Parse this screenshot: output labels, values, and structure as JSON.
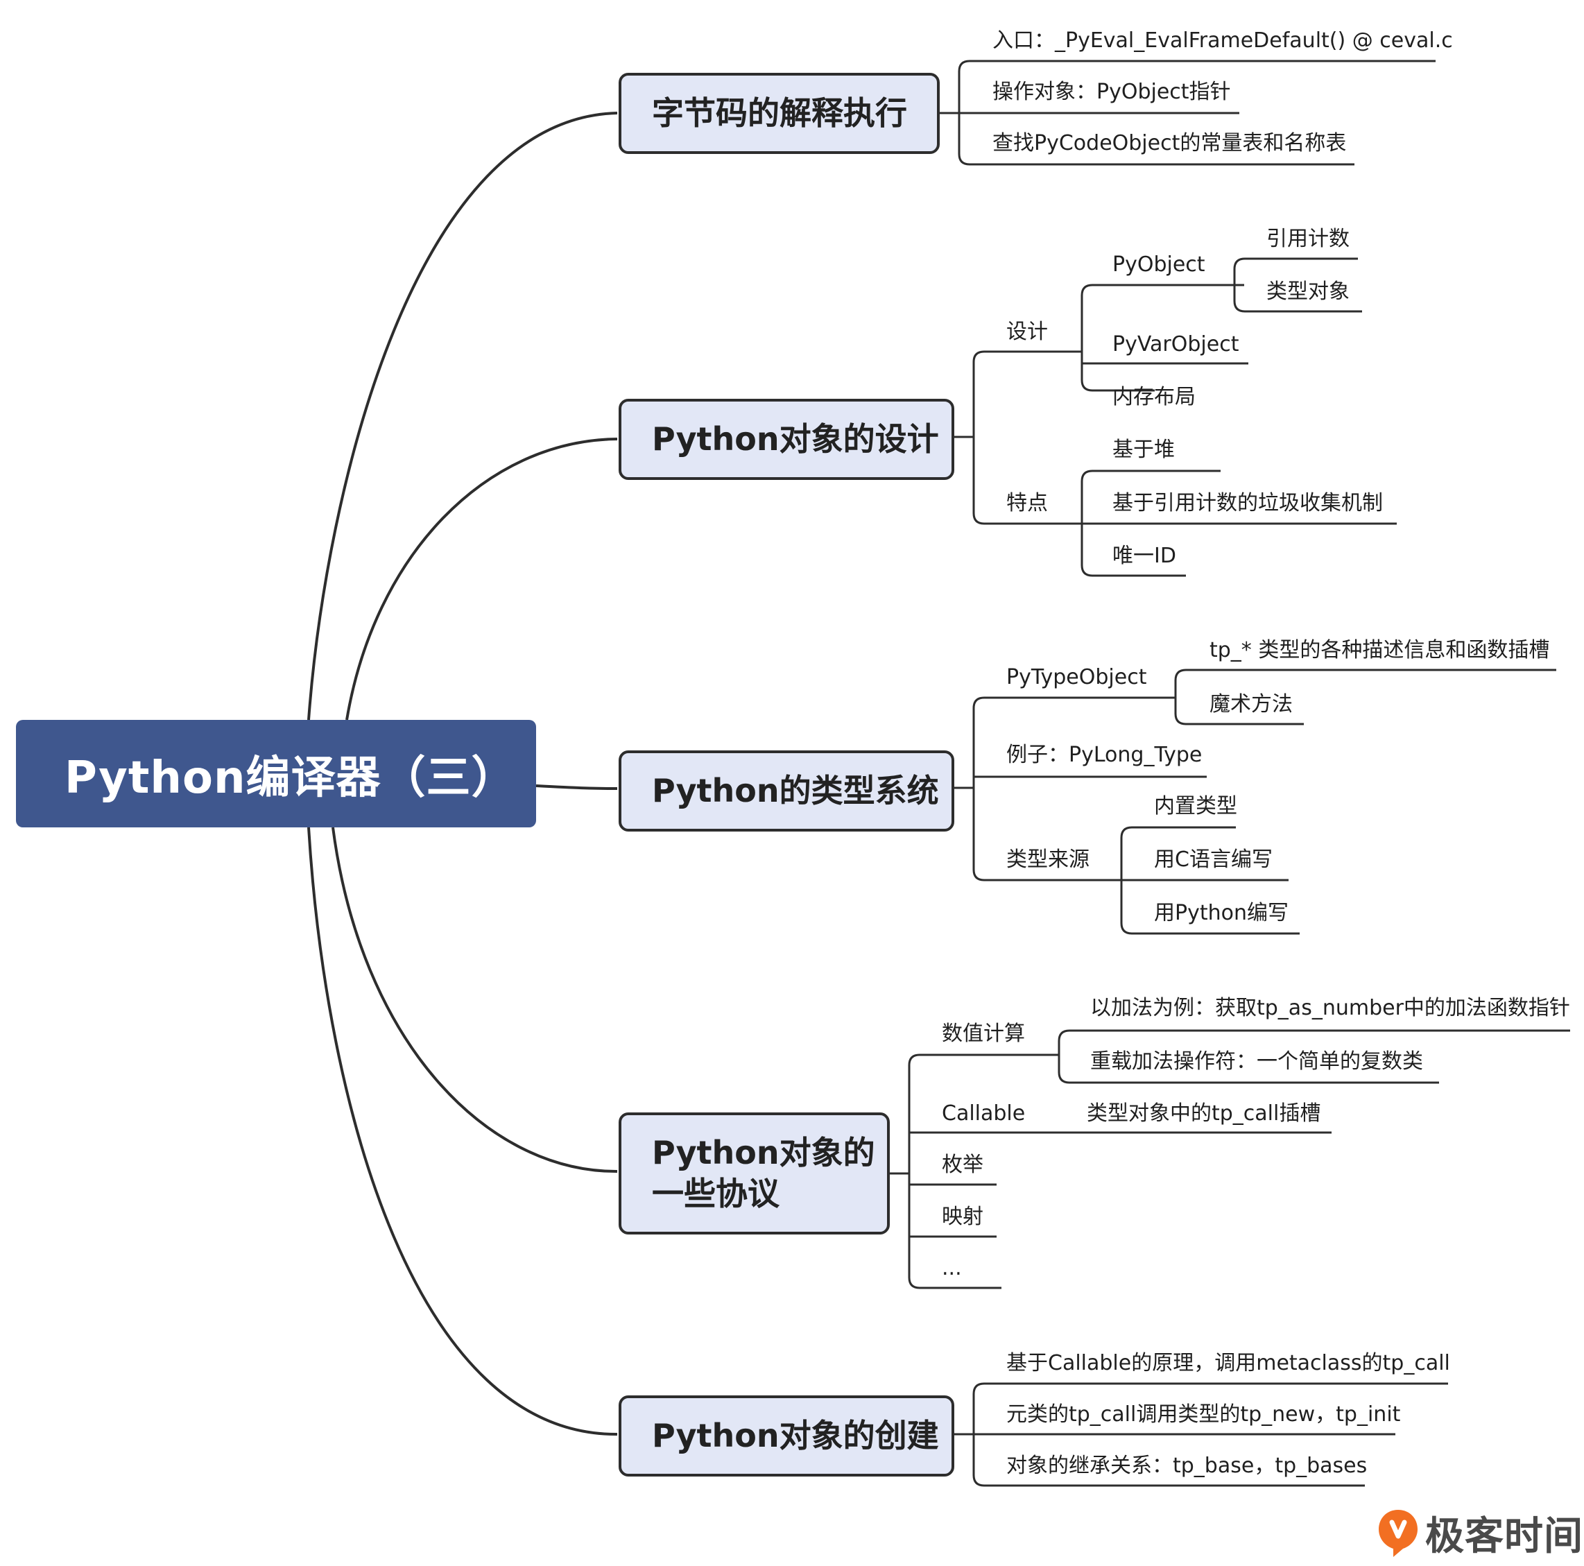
{
  "root": {
    "title": "Python编译器（三）"
  },
  "colors": {
    "root_fill": "#3f578e",
    "branch_fill": "#e2e7f6",
    "line": "#2d2d2d",
    "logo_orange": "#f26f22"
  },
  "branches": {
    "bytecode": {
      "title": "字节码的解释执行",
      "items": [
        "入口：_PyEval_EvalFrameDefault() @ ceval.c",
        "操作对象：PyObject指针",
        "查找PyCodeObject的常量表和名称表"
      ]
    },
    "design": {
      "title": "Python对象的设计",
      "design_label": "设计",
      "pyobject": "PyObject",
      "refcount": "引用计数",
      "typeobj": "类型对象",
      "pyvarobject": "PyVarObject",
      "memlayout": "内存布局",
      "features_label": "特点",
      "heap": "基于堆",
      "gc": "基于引用计数的垃圾收集机制",
      "uid": "唯一ID"
    },
    "types": {
      "title": "Python的类型系统",
      "pytypeobject": "PyTypeObject",
      "tp_desc": "tp_* 类型的各种描述信息和函数插槽",
      "magic": "魔术方法",
      "example": "例子：PyLong_Type",
      "source_label": "类型来源",
      "builtin": "内置类型",
      "c_written": "用C语言编写",
      "py_written": "用Python编写"
    },
    "protocols": {
      "title_line1": "Python对象的",
      "title_line2": "一些协议",
      "numeric": "数值计算",
      "add_example": "以加法为例：获取tp_as_number中的加法函数指针",
      "overload": "重载加法操作符：一个简单的复数类",
      "callable": "Callable",
      "tp_call": "类型对象中的tp_call插槽",
      "enum": "枚举",
      "mapping": "映射",
      "more": "..."
    },
    "creation": {
      "title": "Python对象的创建",
      "items": [
        "基于Callable的原理，调用metaclass的tp_call",
        "元类的tp_call调用类型的tp_new，tp_init",
        "对象的继承关系：tp_base，tp_bases"
      ]
    }
  },
  "logo": {
    "icon": "geektime-logo-icon",
    "text": "极客时间"
  }
}
